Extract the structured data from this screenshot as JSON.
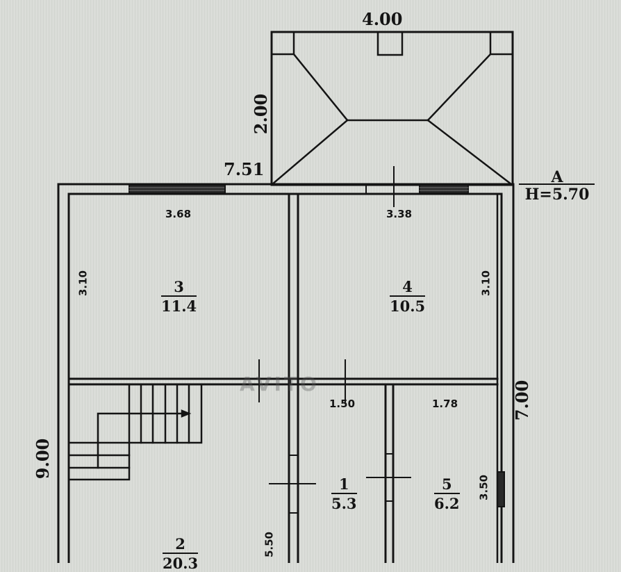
{
  "plan": {
    "type": "floor-plan",
    "background_color": "#d9dcd7",
    "line_color": "#141414",
    "level_marker": {
      "label": "A",
      "height_label": "H=5.70"
    },
    "porch": {
      "width_label": "4.00",
      "depth_label": "2.00"
    },
    "overall_dimensions": {
      "porch_offset": "7.51",
      "left_total": "9.00",
      "right_total": "7.00"
    },
    "rooms": [
      {
        "number": "1",
        "area": "5.3",
        "width_label": "1.50",
        "height_label": ""
      },
      {
        "number": "2",
        "area": "20.3",
        "width_label": "",
        "height_label": "5.50"
      },
      {
        "number": "3",
        "area": "11.4",
        "width_label": "3.68",
        "height_label": "3.10"
      },
      {
        "number": "4",
        "area": "10.5",
        "width_label": "3.38",
        "height_label": "3.10"
      },
      {
        "number": "5",
        "area": "6.2",
        "width_label": "1.78",
        "height_label": "3.50"
      }
    ],
    "watermark": "AVITO"
  }
}
